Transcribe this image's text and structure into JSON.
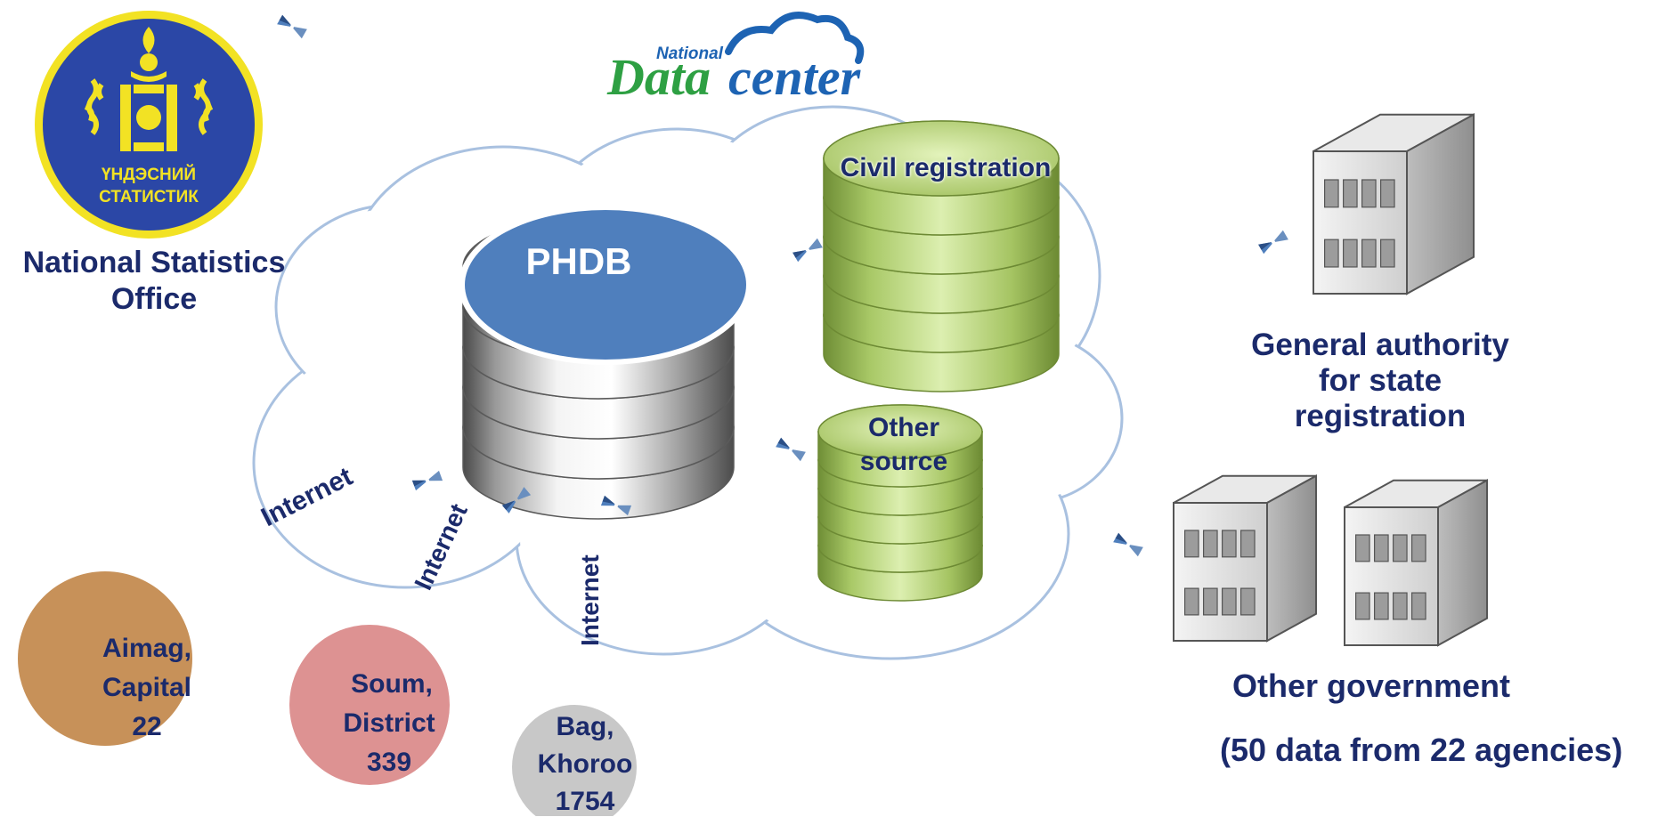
{
  "colors": {
    "navy": "#1b2a6b",
    "seal_blue": "#2b47a6",
    "seal_yellow": "#f2e224",
    "phdb_blue": "#4f7fbd",
    "db_green": "#b7d37a",
    "cloud_edge": "#a9c1e0",
    "aimag": "#c79159",
    "soum": "#dd9292",
    "bag": "#c8c8c8",
    "logo_green": "#2ea043",
    "logo_blue": "#1d63b3"
  },
  "nso": {
    "seal_line1": "ҮНДЭСНИЙ",
    "seal_line2": "СТАТИСТИК",
    "name_line1": "National Statistics",
    "name_line2": "Office"
  },
  "logo": {
    "small": "National",
    "data": "Data",
    "center": "center"
  },
  "phdb": {
    "label": "PHDB"
  },
  "civil": {
    "label": "Civil registration"
  },
  "other_source": {
    "line1": "Other",
    "line2": "source"
  },
  "internet": {
    "label": "Internet"
  },
  "authority": {
    "line1": "General authority",
    "line2": "for state",
    "line3": "registration"
  },
  "government": {
    "label": "Other government",
    "detail": "(50 data from 22 agencies)"
  },
  "aimag": {
    "line1": "Aimag,",
    "line2": "Capital",
    "line3": "22"
  },
  "soum": {
    "line1": "Soum,",
    "line2": "District",
    "line3": "339"
  },
  "bag": {
    "line1": "Bag,",
    "line2": "Khoroo",
    "line3": "1754"
  }
}
